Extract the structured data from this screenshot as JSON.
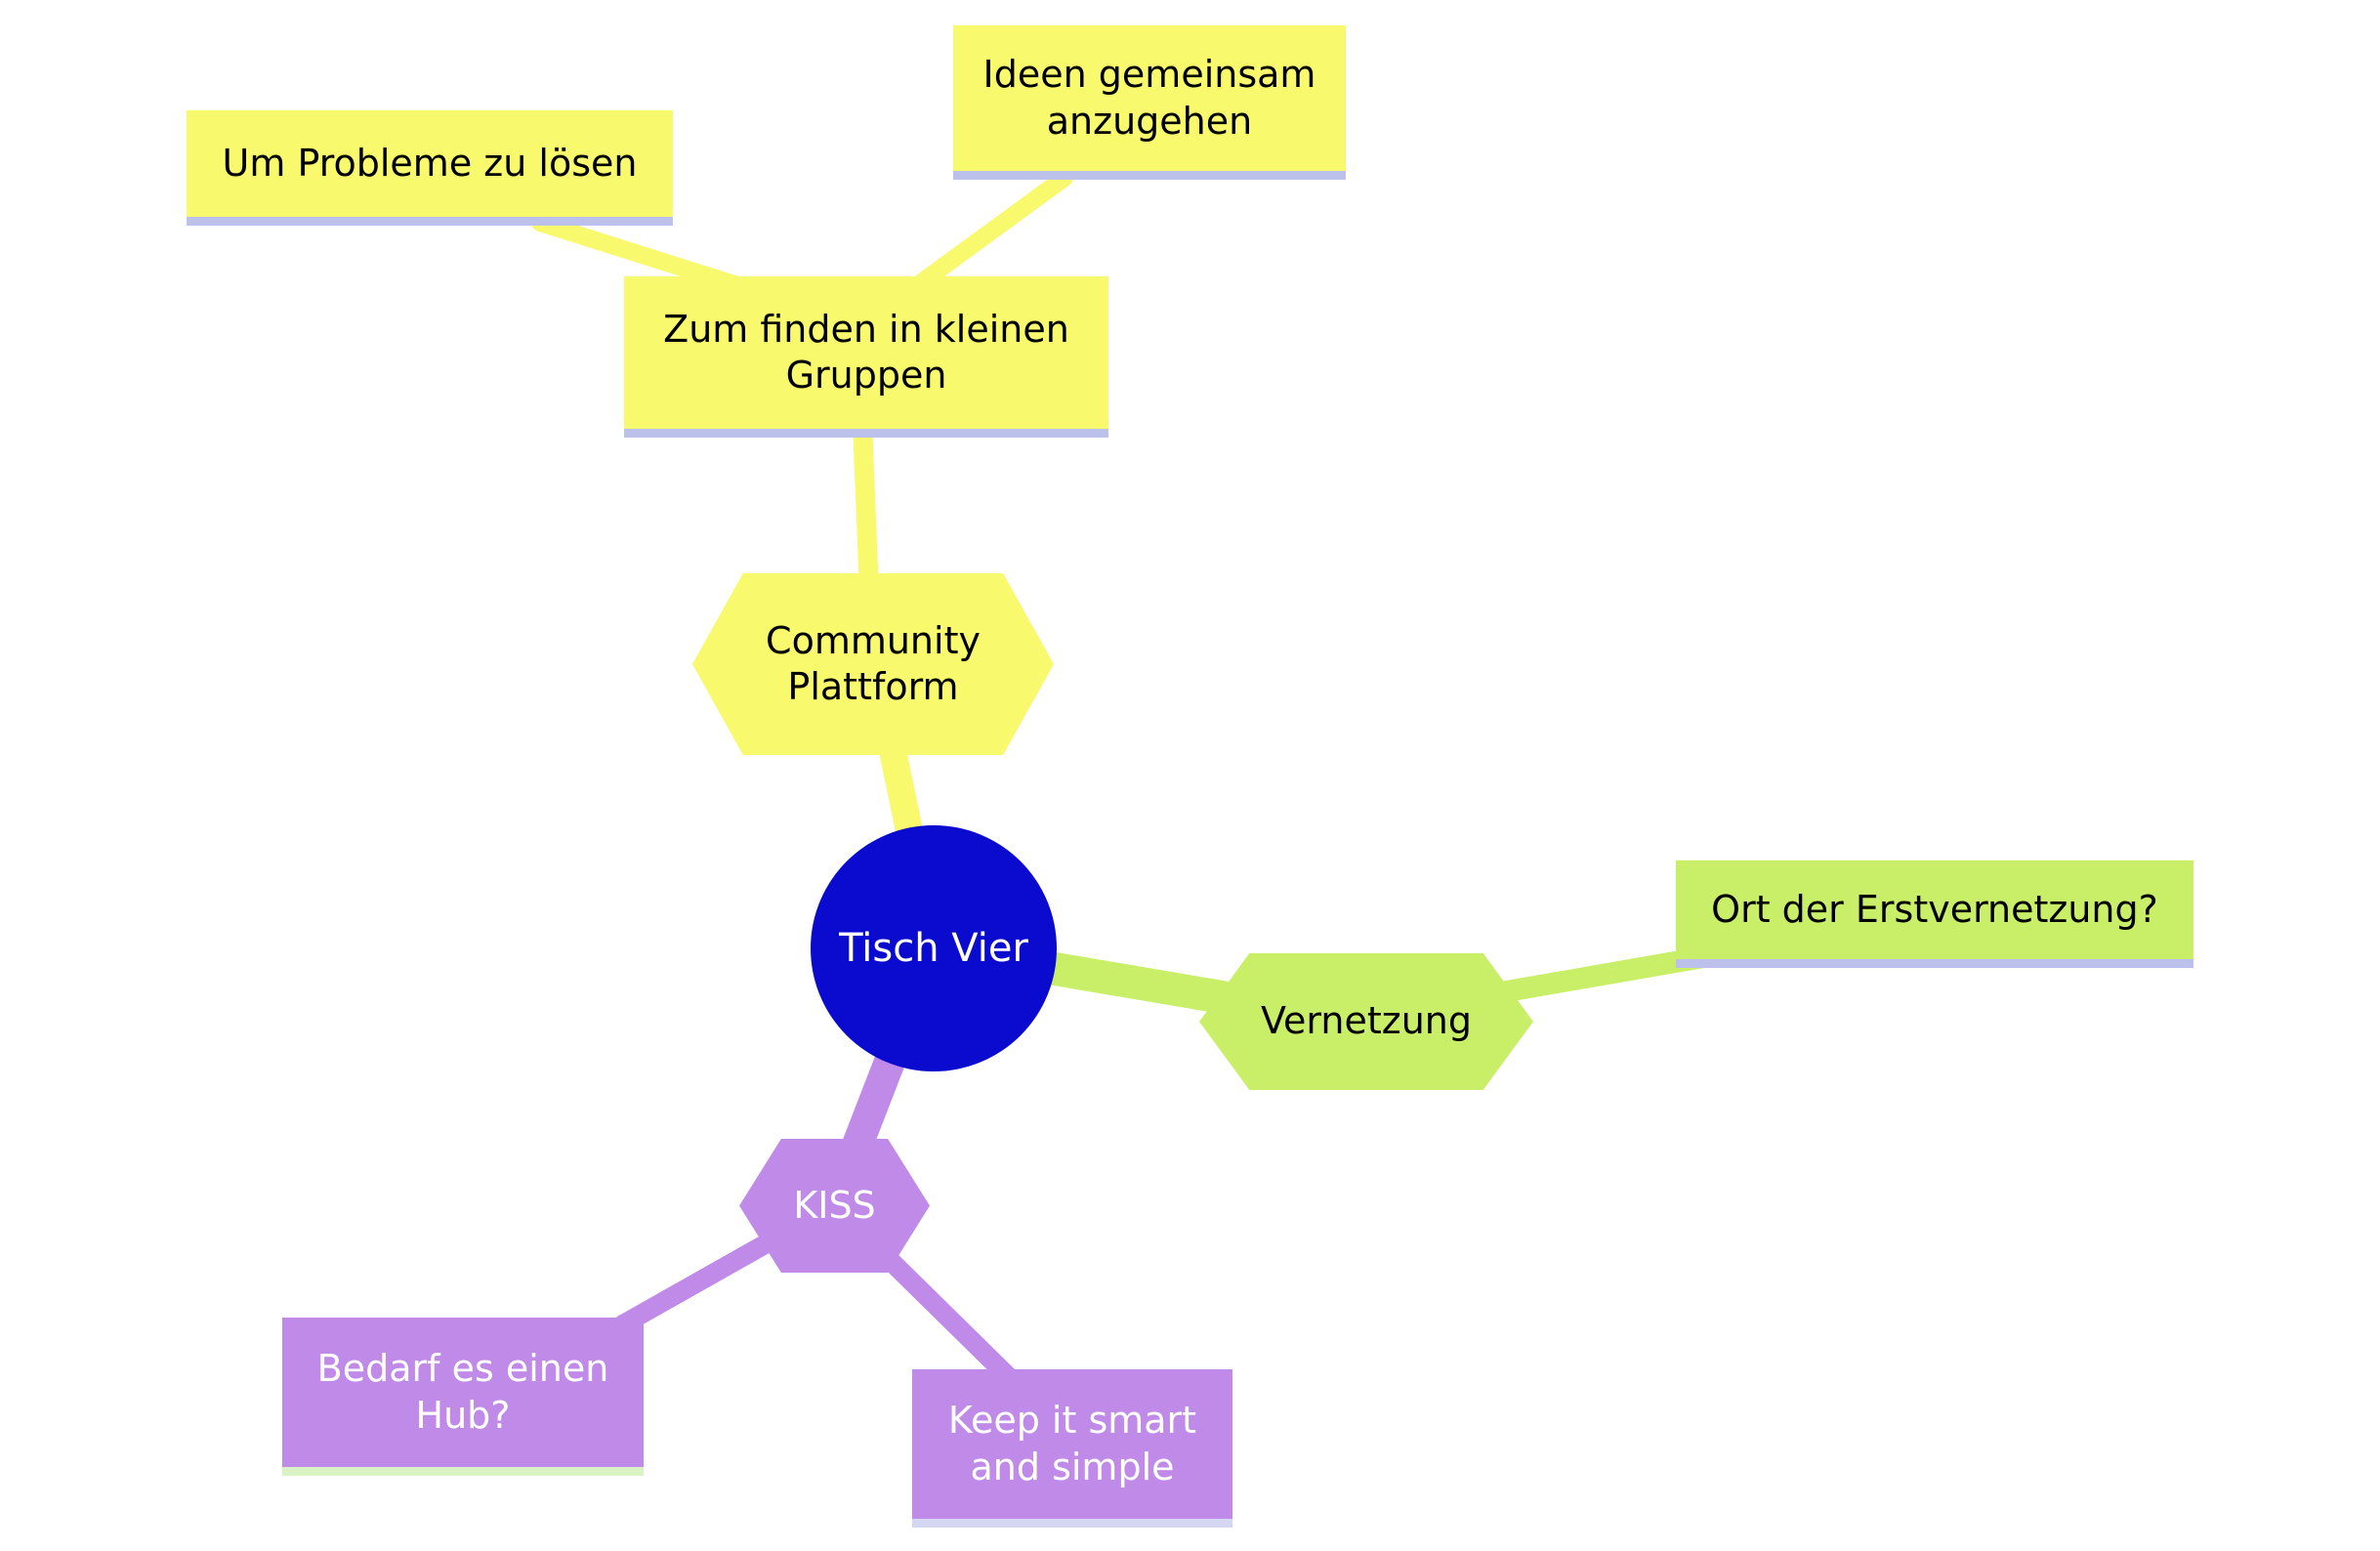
{
  "mindmap": {
    "center": {
      "label": "Tisch Vier"
    },
    "branches": {
      "community": {
        "hub_label": "Community Plattform",
        "children": {
          "zum_finden": {
            "label": "Zum finden in kleinen Gruppen",
            "children": {
              "um_probleme": {
                "label": "Um Probleme zu lösen"
              },
              "ideen": {
                "label": "Ideen gemeinsam anzugehen"
              }
            }
          }
        }
      },
      "vernetzung": {
        "hub_label": "Vernetzung",
        "children": {
          "ort": {
            "label": "Ort der Erstvernetzung?"
          }
        }
      },
      "kiss": {
        "hub_label": "KISS",
        "children": {
          "bedarf": {
            "label": "Bedarf es einen Hub?"
          },
          "keep": {
            "label": "Keep it smart and simple"
          }
        }
      }
    }
  },
  "colors": {
    "yellow": "#F9F96E",
    "green": "#C9EF68",
    "purple": "#C08AE8",
    "blue": "#0B0BD0",
    "lavender": "#BCC1EB",
    "pale_green": "#D9F3C4",
    "pale_lavender": "#D4D6F2"
  }
}
